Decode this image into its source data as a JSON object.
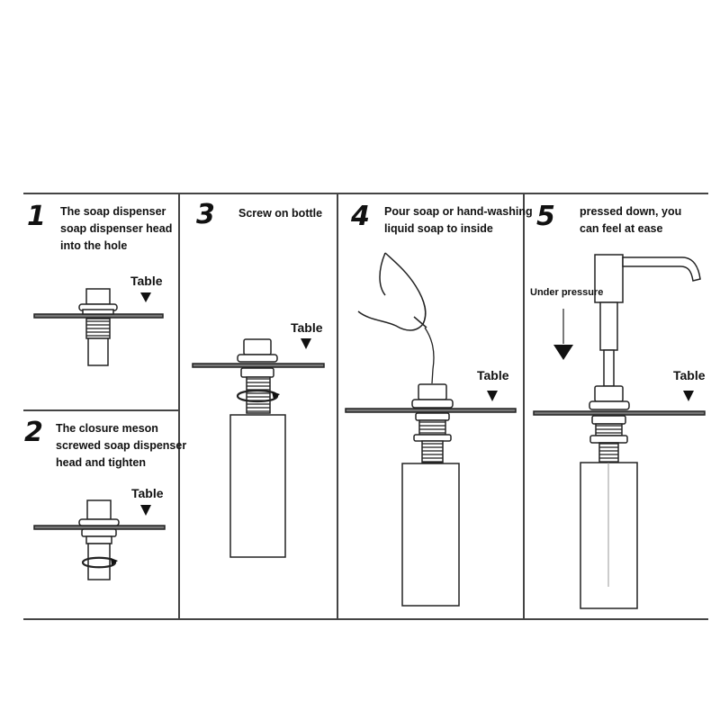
{
  "steps": [
    {
      "number": "1",
      "lines": [
        "The soap dispenser",
        "soap dispenser head",
        "into the hole"
      ],
      "table_label": "Table"
    },
    {
      "number": "2",
      "lines": [
        "The closure meson",
        "screwed soap dispenser",
        "head and tighten"
      ],
      "table_label": "Table"
    },
    {
      "number": "3",
      "lines": [
        "Screw on bottle"
      ],
      "table_label": "Table"
    },
    {
      "number": "4",
      "lines": [
        "Pour soap or hand-washing",
        "liquid soap to inside"
      ],
      "table_label": "Table"
    },
    {
      "number": "5",
      "lines": [
        "pressed down, you",
        "can feel at ease"
      ],
      "table_label": "Table",
      "pressure_label": "Under pressure"
    }
  ]
}
